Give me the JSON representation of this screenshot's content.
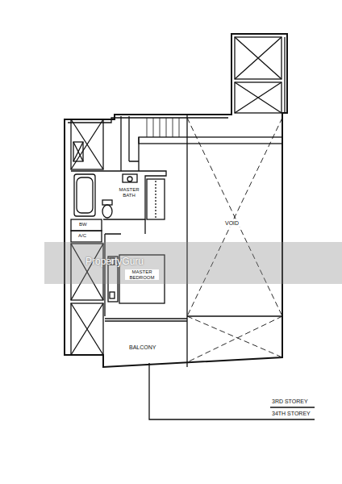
{
  "diagram": {
    "labels": [
      "MASTER BATH",
      "BW",
      "A/C",
      "MASTER BEDROOM",
      "VOID",
      "BALCONY",
      "3RD STOREY",
      "34TH STOREY",
      "PropertyGuru"
    ]
  }
}
